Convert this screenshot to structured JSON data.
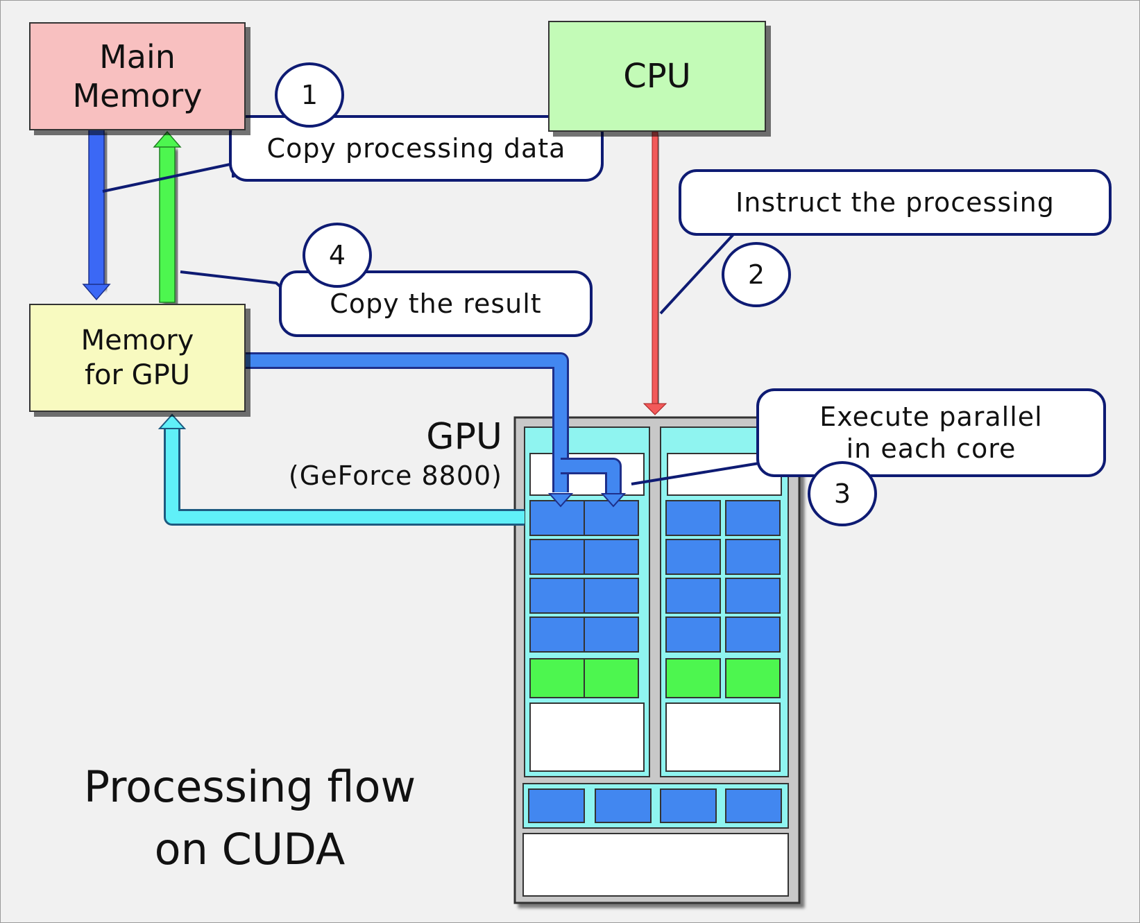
{
  "main_memory": "Main\nMemory",
  "cpu": "CPU",
  "gpu_memory": "Memory\nfor GPU",
  "gpu_title": "GPU",
  "gpu_model": "(GeForce 8800)",
  "title": "Processing flow\non CUDA",
  "steps": [
    {
      "number": "1",
      "label": "Copy processing data"
    },
    {
      "number": "2",
      "label": "Instruct the processing"
    },
    {
      "number": "3",
      "label": "Execute parallel\nin each core"
    },
    {
      "number": "4",
      "label": "Copy the result"
    }
  ],
  "colors": {
    "main_memory": "#f8c0c0",
    "cpu": "#c3fbb7",
    "gpu_memory": "#f8fac0",
    "core": "#4287f0",
    "core_green": "#4df64f",
    "gpu_panel": "#8ff4f0",
    "arrow_copy_in": "#3b68f5",
    "arrow_copy_out": "#4df64f",
    "arrow_instruct": "#f25a5a",
    "arrow_result": "#60f0f8",
    "callout_border": "#0e1b73"
  }
}
